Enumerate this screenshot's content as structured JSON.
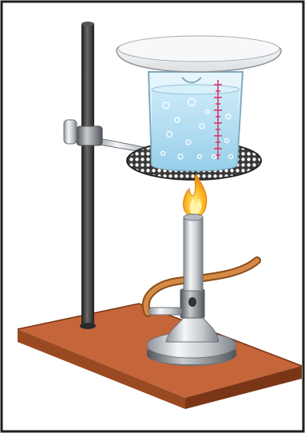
{
  "figure": {
    "subject": "",
    "parts": [
      {
        "id": "retort-stand-base",
        "icon": "wooden-base"
      },
      {
        "id": "retort-stand-rod",
        "icon": "metal-rod"
      },
      {
        "id": "boss-clamp",
        "icon": "clamp"
      },
      {
        "id": "ring-support-arm",
        "icon": "metal-arm"
      },
      {
        "id": "wire-gauze",
        "icon": "wire-mesh"
      },
      {
        "id": "beaker",
        "icon": "glass-beaker"
      },
      {
        "id": "evaporating-dish",
        "icon": "dish"
      },
      {
        "id": "flame",
        "icon": "flame"
      },
      {
        "id": "bunsen-burner",
        "icon": "burner"
      },
      {
        "id": "gas-tube",
        "icon": "rubber-hose"
      }
    ],
    "colors": {
      "base_wood": "#c4653a",
      "base_wood_dark": "#8a3f1c",
      "rod_dark": "#3b3b3b",
      "metal_light": "#e9ecef",
      "metal_mid": "#a6abb1",
      "glass": "#cfeaf7",
      "water": "#a9d8ef",
      "graduation_marks": "#d63a6a",
      "flame_outer": "#f39a1e",
      "flame_inner": "#ffd84a",
      "hose": "#c77b3a",
      "frame": "#1f1f1f"
    }
  }
}
